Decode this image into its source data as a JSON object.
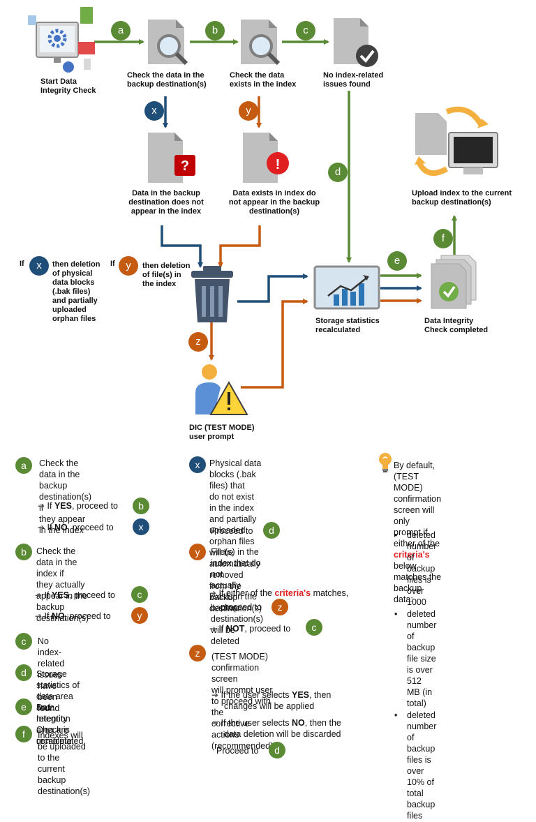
{
  "colors": {
    "green": "#5a8a34",
    "blue": "#1f4e79",
    "orange": "#c55a11",
    "red": "#e02020",
    "gray": "#7f7f7f"
  },
  "diagram": {
    "start_label": [
      "Start Data",
      "Integrity Check"
    ],
    "check_backup_label": [
      "Check the data in the",
      "backup destination(s)"
    ],
    "check_index_label": [
      "Check the data",
      "exists in the index"
    ],
    "no_issues_label": [
      "No index-related",
      "issues found"
    ],
    "not_in_index_label": [
      "Data in the backup",
      "destination does not",
      "appear in the index"
    ],
    "not_in_backup_label": [
      "Data exists in index do",
      "not appear in the backup",
      "destination(s)"
    ],
    "upload_label": [
      "Upload index to the current",
      "backup destination(s)"
    ],
    "if_x_prefix": "If",
    "if_x_text": [
      "then deletion",
      "of physical",
      "data blocks",
      "(.bak files)",
      "and partially",
      "uploaded",
      "orphan files"
    ],
    "if_y_prefix": "If",
    "if_y_text": [
      "then deletion",
      "of file(s) in",
      "the index"
    ],
    "stats_label": [
      "Storage statistics",
      "recalculated"
    ],
    "complete_label": [
      "Data Integrity",
      "Check completed"
    ],
    "prompt_label": [
      "DIC (TEST MODE)",
      "user prompt"
    ],
    "badges": {
      "a": "a",
      "b": "b",
      "c": "c",
      "d": "d",
      "e": "e",
      "f": "f",
      "x": "x",
      "y": "y",
      "z": "z"
    }
  },
  "legend": {
    "a": {
      "badge": "a",
      "lines": [
        "Check the data in the",
        "backup destination(s) if",
        "they appear in the index"
      ],
      "yes_pre": "If ",
      "yes_bold": "YES",
      "yes_post": ", proceed to",
      "yes_target": "b",
      "no_pre": "If ",
      "no_bold": "NO",
      "no_post": ", proceed to",
      "no_target": "x"
    },
    "b": {
      "badge": "b",
      "lines": [
        "Check the data in the index if",
        "they actually appear in the",
        "backup destination(s)"
      ],
      "yes_pre": "If ",
      "yes_bold": "YES",
      "yes_post": ", proceed to",
      "yes_target": "c",
      "no_pre": "If ",
      "no_bold": "NO",
      "no_post": ", proceed to",
      "no_target": "y"
    },
    "c": {
      "badge": "c",
      "lines": [
        "No index-related issues have",
        "been found"
      ]
    },
    "d": {
      "badge": "d",
      "lines": [
        "Storage statistics of data area and",
        "retention area are recalculated"
      ]
    },
    "e": {
      "badge": "e",
      "lines": [
        "Data Integrity Check is complete"
      ]
    },
    "f": {
      "badge": "f",
      "lines": [
        "Indexes will be uploaded to the",
        "current backup destination(s)"
      ]
    },
    "x": {
      "badge": "x",
      "lines": [
        "Physical data blocks (.bak files) that",
        "do not exist in the index and partially",
        "uploaded orphan files will be",
        "automatically removed from the",
        "backup destination(s)"
      ],
      "proceed": "Proceed to",
      "proceed_target": "d"
    },
    "y": {
      "badge": "y",
      "lines": [
        "File(s) in the index that do not",
        "actually exists in the backup",
        "destination(s) will be deleted"
      ],
      "either_pre": "If either of the ",
      "either_red": "criteria's",
      "either_post": " matches,",
      "either_line2": "proceed to",
      "either_target": "z",
      "not_pre": "If ",
      "not_bold": "NOT",
      "not_post": ", proceed to",
      "not_target": "c"
    },
    "z": {
      "badge": "z",
      "lines": [
        "(TEST MODE) confirmation screen",
        "will prompt user to proceed with the",
        "corrective actions (recommended)"
      ],
      "yes_pre": "If the user selects ",
      "yes_bold": "YES",
      "yes_post": ", then",
      "yes_line2": "changes will be applied",
      "no_pre": "If the user selects ",
      "no_bold": "NO",
      "no_post": ", then the",
      "no_line2": "data deletion will be discarded",
      "proceed": "Proceed to",
      "proceed_target": "d"
    },
    "note": {
      "lines": [
        "By default, (TEST MODE)",
        "confirmation screen will only",
        "prompt if either of the"
      ],
      "red": "criteria's",
      "red_post": " below matches the",
      "last": "backup data:",
      "bullets": [
        [
          "deleted number of backup",
          "files is over 1000"
        ],
        [
          "deleted number of backup",
          "file size is over 512 MB (in",
          "total)"
        ],
        [
          "deleted number of backup",
          "files is over 10% of total",
          "backup files"
        ]
      ]
    }
  }
}
